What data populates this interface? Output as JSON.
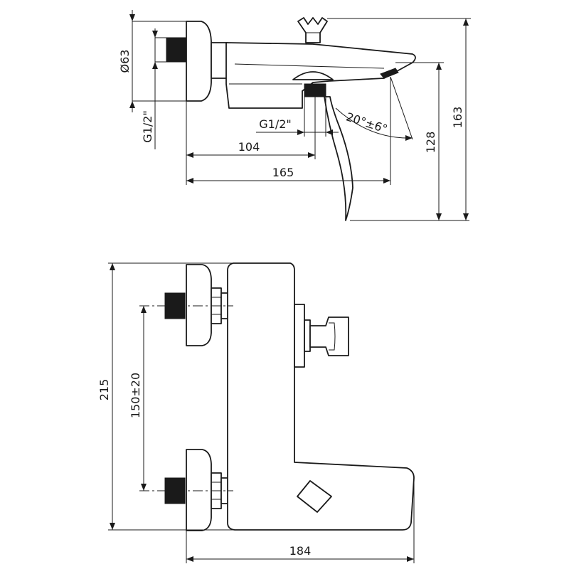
{
  "colors": {
    "line": "#1a1a1a",
    "background": "#ffffff"
  },
  "side_view": {
    "dim_diameter": "Ø63",
    "dim_thread_inlet": "G1/2\"",
    "dim_thread_outlet": "G1/2\"",
    "dim_104": "104",
    "dim_165": "165",
    "dim_angle": "20°±6°",
    "dim_128": "128",
    "dim_163": "163"
  },
  "top_view": {
    "dim_215": "215",
    "dim_150": "150±20",
    "dim_184": "184"
  }
}
